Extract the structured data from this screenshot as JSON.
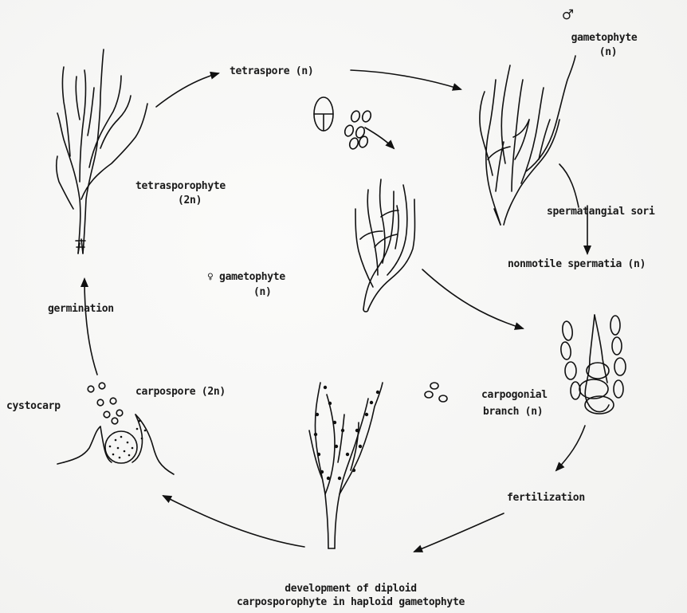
{
  "labels": {
    "tetraspore": "tetraspore (n)",
    "male_gametophyte_symbol": "♂",
    "male_gametophyte": "gametophyte",
    "male_gametophyte_ploidy": "(n)",
    "tetrasporophyte": "tetrasporophyte",
    "tetrasporophyte_ploidy": "(2n)",
    "spermatangial_sori": "spermatangial sori",
    "nonmotile_spermatia": "nonmotile spermatia (n)",
    "female_gametophyte": "♀ gametophyte",
    "female_gametophyte_ploidy": "(n)",
    "germination": "germination",
    "carpospore": "carpospore (2n)",
    "cystocarp": "cystocarp",
    "carpogonial": "carpogonial",
    "carpogonial_branch": "branch (n)",
    "fertilization": "fertilization",
    "development_line1": "development of diploid",
    "development_line2": "carposporophyte in haploid gametophyte"
  }
}
